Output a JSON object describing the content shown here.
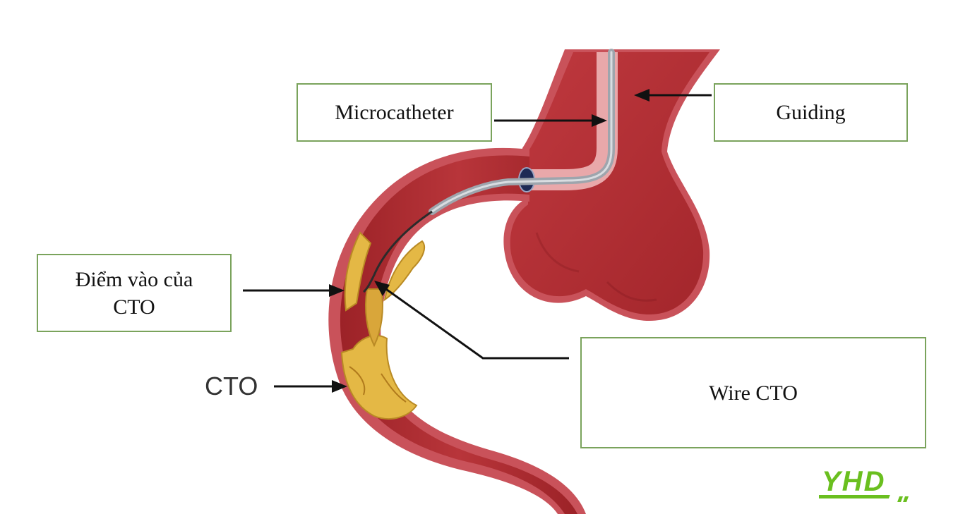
{
  "labels": {
    "microcatheter": "Microcatheter",
    "guiding": "Guiding",
    "entry_line1": "Điểm vào của",
    "entry_line2": "CTO",
    "cto": "CTO",
    "wire": "Wire CTO"
  },
  "logo": {
    "text": "YHD",
    "color": "#6abf1f"
  },
  "colors": {
    "vessel_wall": "#c9525a",
    "vessel_lumen": "#a8272c",
    "plaque": "#e4b845",
    "box_border": "#7aa35c",
    "catheter": "#9ea5ad"
  }
}
